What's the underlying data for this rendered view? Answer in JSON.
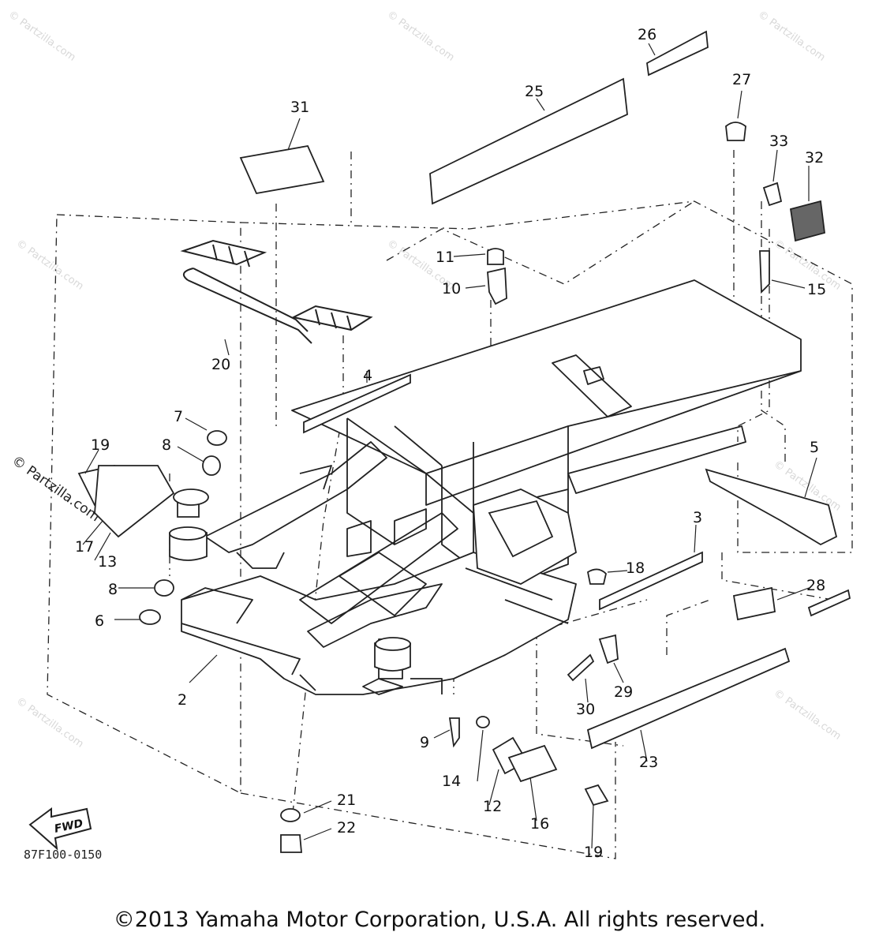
{
  "watermark": "© Partzilla.com",
  "diagram_code": "87F100-0150",
  "fwd_label": "FWD",
  "copyright": "©2013 Yamaha Motor Corporation, U.S.A. All rights reserved.",
  "callouts": [
    "2",
    "3",
    "4",
    "5",
    "6",
    "7",
    "8",
    "8",
    "9",
    "10",
    "11",
    "12",
    "13",
    "14",
    "15",
    "16",
    "17",
    "18",
    "19",
    "19",
    "20",
    "21",
    "22",
    "23",
    "25",
    "26",
    "27",
    "28",
    "29",
    "30",
    "31",
    "32",
    "33"
  ]
}
